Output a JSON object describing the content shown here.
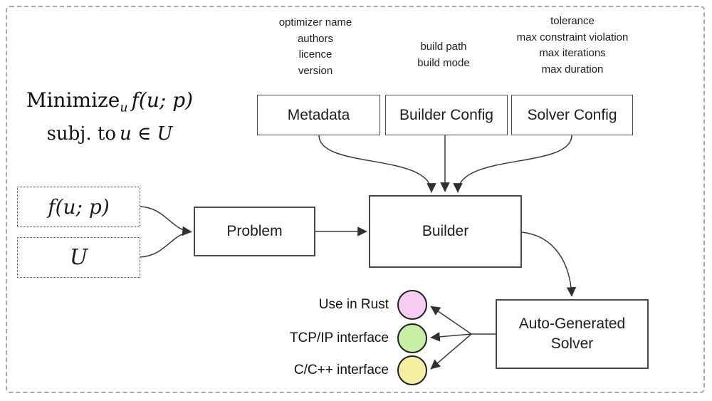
{
  "diagram": {
    "math": {
      "minimize_word": "Minimize",
      "minimize_sub": "u",
      "objective_expr": "f(u; p)",
      "subject_prefix": "subj. to",
      "subject_expr": "u ∈ U"
    },
    "annotations": {
      "metadata_lines": [
        "optimizer name",
        "authors",
        "licence",
        "version"
      ],
      "builder_config_lines": [
        "build path",
        "build mode"
      ],
      "solver_config_lines": [
        "tolerance",
        "max constraint violation",
        "max iterations",
        "max duration"
      ]
    },
    "nodes": {
      "metadata": "Metadata",
      "builder_config": "Builder Config",
      "solver_config": "Solver Config",
      "problem": "Problem",
      "builder": "Builder",
      "objective_box": "f(u; p)",
      "set_box": "U",
      "solver_line1": "Auto-Generated",
      "solver_line2": "Solver"
    },
    "interfaces": [
      {
        "label": "Use in Rust",
        "color": "#f8cdf4"
      },
      {
        "label": "TCP/IP interface",
        "color": "#c7f0a4"
      },
      {
        "label": "C/C++ interface",
        "color": "#f5f0a0"
      }
    ],
    "colors": {
      "line": "#3a3a3a",
      "arrowhead": "#303030",
      "box_border": "#4a4a4a",
      "circle_border": "#1f1f1f",
      "outer_border": "#a8a8a8",
      "background": "#ffffff"
    }
  }
}
